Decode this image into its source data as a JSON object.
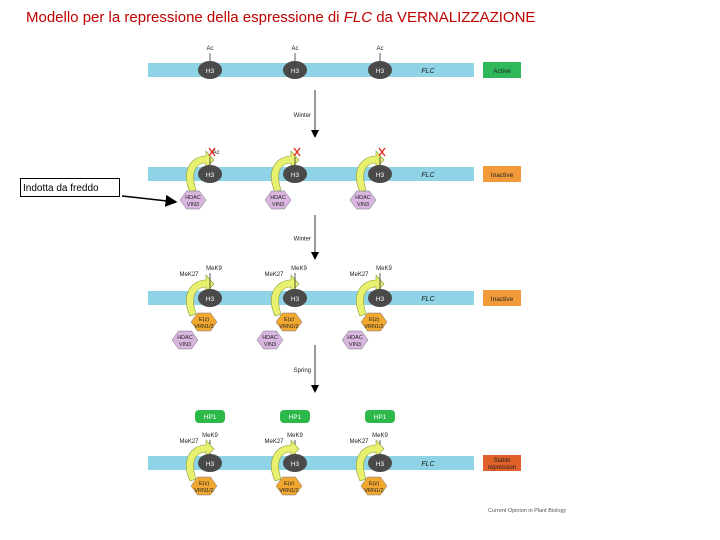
{
  "title": {
    "prefix": "Modello per la repressione della espressione di ",
    "gene": "FLC",
    "suffix": " da VERNALIZZAZIONE"
  },
  "annotation_box": "Indotta da freddo",
  "gene_label": "FLC",
  "histone_label": "H3",
  "acetyl_label": "Ac",
  "methyl_k27_label": "MeK27",
  "methyl_k9_label": "MeK9",
  "hdac_label": [
    "HDAC",
    "VIN3"
  ],
  "ez_label": [
    "E(z)",
    "VRN1/2"
  ],
  "hp1_label": "HP1",
  "transitions": [
    "Winter",
    "Winter",
    "Spring"
  ],
  "states": [
    {
      "label": "Active",
      "color": "#2fb85a"
    },
    {
      "label": "Inactive",
      "color": "#f29a3a"
    },
    {
      "label": "Inactive",
      "color": "#f29a3a"
    },
    {
      "label": [
        "Stable",
        "repression"
      ],
      "color": "#e0602a"
    }
  ],
  "source": "Current Opinion in Plant Biology",
  "colors": {
    "band": "#8fd3e6",
    "histone": "#4a4a4a",
    "arrow": "#e8f070",
    "hdac": "#d8b6e0",
    "ez": "#f0a830",
    "hp1": "#2db84a",
    "cross": "#e03020"
  }
}
